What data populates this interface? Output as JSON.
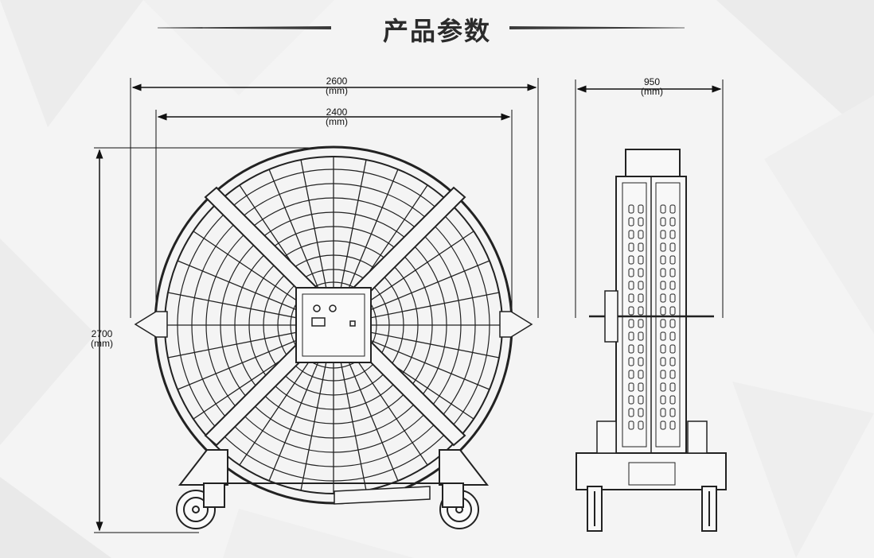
{
  "header": {
    "title": "产品参数"
  },
  "dimensions": {
    "outer_width": {
      "value": "2600",
      "unit": "(mm)"
    },
    "inner_width": {
      "value": "2400",
      "unit": "(mm)"
    },
    "height": {
      "value": "2700",
      "unit": "(mm)"
    },
    "depth": {
      "value": "950",
      "unit": "(mm)"
    }
  }
}
